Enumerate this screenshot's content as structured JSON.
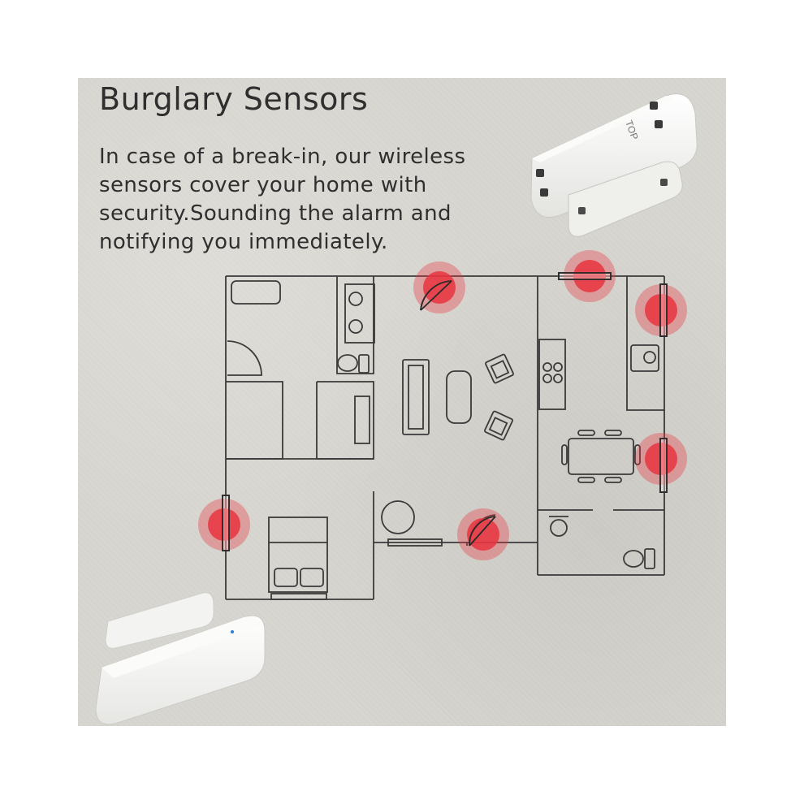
{
  "title": "Burglary Sensors",
  "description_lines": [
    "In case of a break-in, our wireless",
    "sensors cover your home with",
    "security.Sounding the alarm and",
    "notifying you immediately."
  ],
  "device_top_marking": "TOP",
  "colors": {
    "background": "#d8d6d0",
    "line": "#3a3a3a",
    "alarm": "#e8343f",
    "device": "#f6f6f4"
  },
  "icons": [
    "door-window-sensor-device",
    "sensor-alert-marker",
    "floor-plan"
  ]
}
